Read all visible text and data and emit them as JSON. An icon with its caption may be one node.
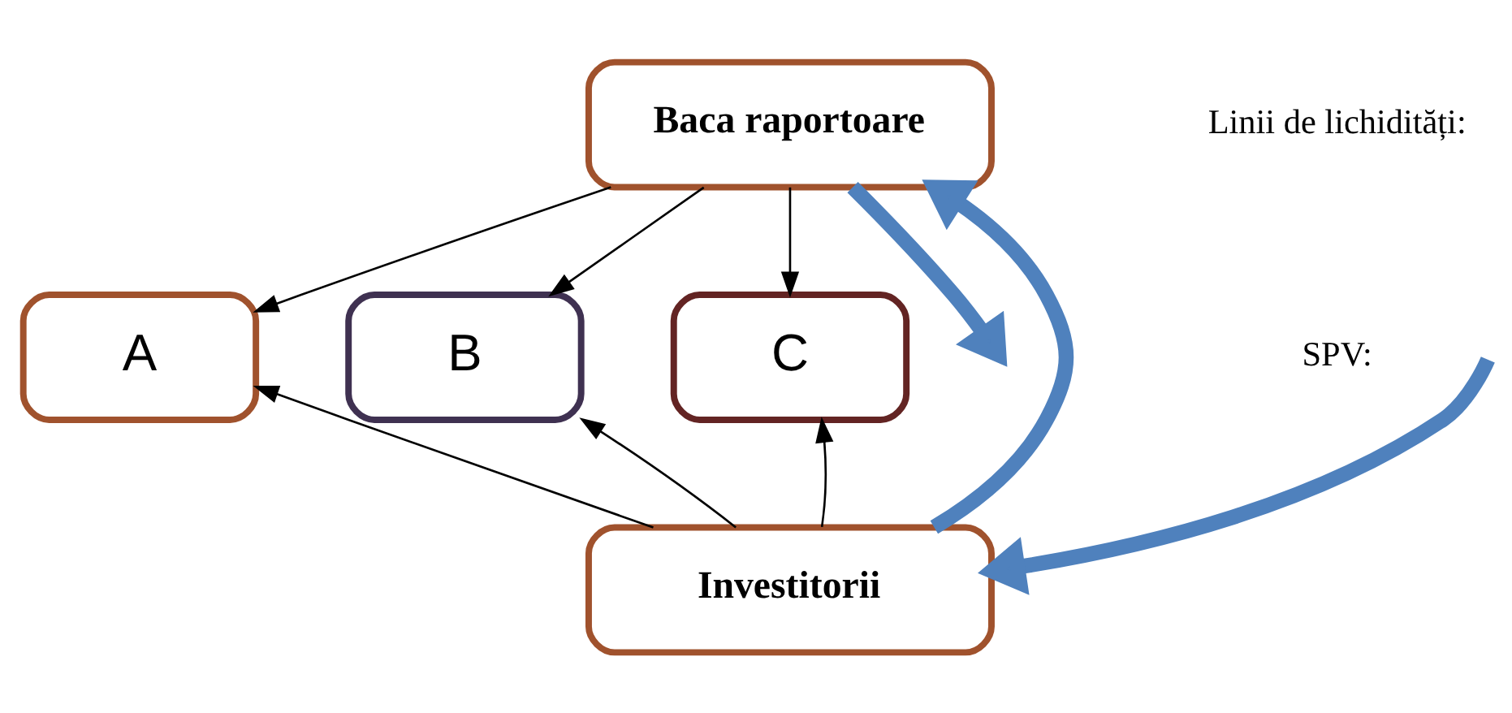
{
  "diagram": {
    "nodes": [
      {
        "text": [
          "Baca raportoare"
        ]
      },
      {
        "text": [
          "A"
        ]
      },
      {
        "text": [
          "B"
        ]
      },
      {
        "text": [
          "C"
        ]
      },
      {
        "text": [
          "Investitorii"
        ]
      }
    ],
    "edges": [
      {
        "from": 0,
        "to": 1,
        "arrow": "to"
      },
      {
        "from": 0,
        "to": 2,
        "arrow": "to"
      },
      {
        "from": 0,
        "to": 3,
        "arrow": "to"
      },
      {
        "from": 4,
        "to": 1,
        "arrow": "to"
      },
      {
        "from": 4,
        "to": 2,
        "arrow": "to"
      },
      {
        "from": 4,
        "to": 3,
        "arrow": "to"
      },
      {
        "from": 0,
        "to": null,
        "arrow": "to",
        "style": "thick",
        "color": "#4f81bd"
      },
      {
        "from": null,
        "to": 4,
        "arrow": "to",
        "style": "thick",
        "color": "#4f81bd"
      },
      {
        "from": 4,
        "to": 0,
        "arrow": "to",
        "style": "thick",
        "color": "#4f81bd"
      }
    ],
    "labels": [
      "Linii de lichidități:",
      "SPV:"
    ]
  }
}
